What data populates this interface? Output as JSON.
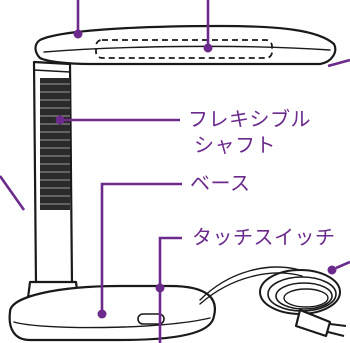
{
  "labels": {
    "flexible_shaft_line1": "フレキシブル",
    "flexible_shaft_line2": "シャフト",
    "base": "ベース",
    "touch_switch": "タッチスイッチ"
  },
  "colors": {
    "callout": "#6b2a8c",
    "ink": "#1a1a1a",
    "background": "#ffffff"
  }
}
